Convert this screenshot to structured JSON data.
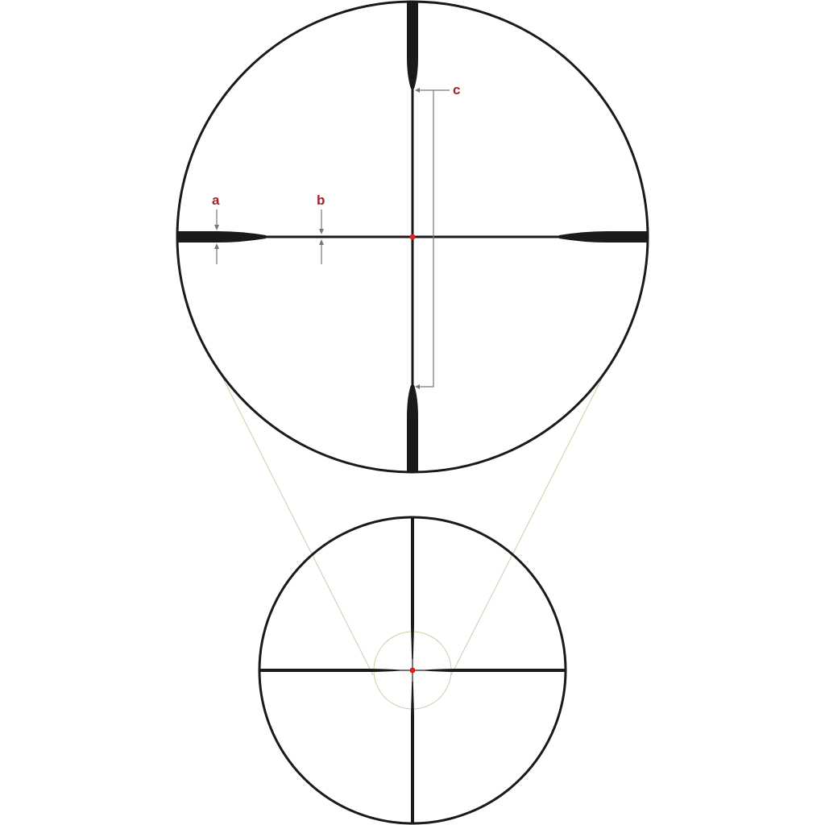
{
  "colors": {
    "background": "#ffffff",
    "reticle": "#1a1a1a",
    "center_dot": "#e02020",
    "annotation": "#a1232a",
    "dimension_line": "#777777",
    "zoom_line": "#d6c9a3"
  },
  "labels": {
    "a": "a",
    "b": "b",
    "c": "c"
  },
  "views": [
    {
      "name": "magnified-reticle-view"
    },
    {
      "name": "full-reticle-view"
    }
  ]
}
